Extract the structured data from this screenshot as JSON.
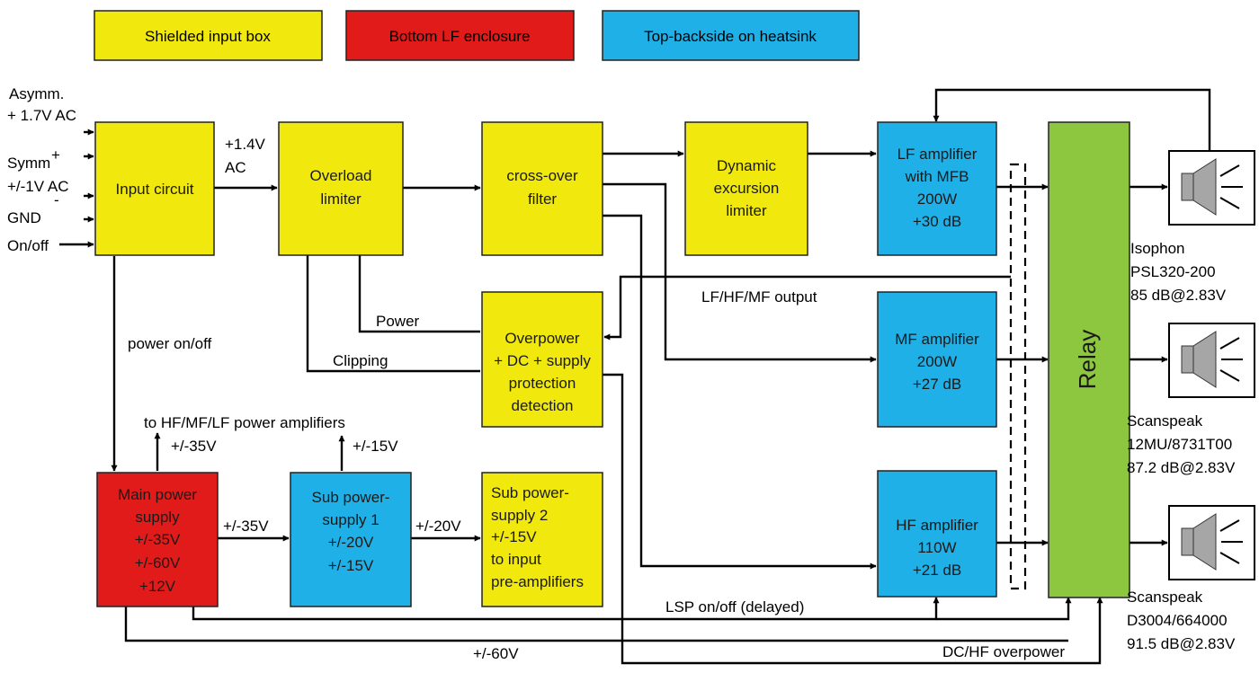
{
  "legend": {
    "shielded": "Shielded input box",
    "bottom": "Bottom LF enclosure",
    "top": "Top-backside on heatsink"
  },
  "colors": {
    "yellow": "#f1e90e",
    "red": "#e11a1a",
    "blue": "#1eb0e6",
    "green": "#8dc63f",
    "speaker_grey": "#a6a6a6"
  },
  "inputs": {
    "asymm": [
      "Asymm.",
      "+ 1.7V AC"
    ],
    "symm": [
      "Symm",
      "+/-1V AC"
    ],
    "plus": "+",
    "minus": "-",
    "gnd": "GND",
    "onoff": "On/off"
  },
  "blocks": {
    "input": [
      "Input circuit"
    ],
    "overload": [
      "Overload",
      "limiter"
    ],
    "crossover": [
      "cross-over",
      "filter"
    ],
    "dynamic": [
      "Dynamic",
      "excursion",
      "limiter"
    ],
    "lf_amp": [
      "LF amplifier",
      "with MFB",
      "200W",
      "+30 dB"
    ],
    "mf_amp": [
      "MF amplifier",
      "200W",
      "+27 dB"
    ],
    "hf_amp": [
      "HF amplifier",
      "110W",
      "+21 dB"
    ],
    "overpower": [
      "Overpower",
      "+ DC + supply",
      "protection",
      "detection"
    ],
    "main_psu": [
      "Main power",
      "supply",
      "+/-35V",
      "+/-60V",
      "+12V"
    ],
    "sub_psu1": [
      "Sub power-",
      "supply 1",
      "+/-20V",
      "+/-15V"
    ],
    "sub_psu2": [
      "Sub power-",
      "supply 2",
      "+/-15V",
      "to input",
      "pre-amplifiers"
    ],
    "relay": "Relay"
  },
  "labels": {
    "v14": [
      "+1.4V",
      "AC"
    ],
    "power_onoff": "power on/off",
    "to_amps": "to HF/MF/LF power amplifiers",
    "v35_up": "+/-35V",
    "v15_up": "+/-15V",
    "v35_right": "+/-35V",
    "v20": "+/-20V",
    "power": "Power",
    "clipping": "Clipping",
    "output": "LF/HF/MF output",
    "lsp": "LSP on/off (delayed)",
    "v60": "+/-60V",
    "dc_hf": "DC/HF overpower"
  },
  "speakers": {
    "lf": [
      "Isophon",
      "PSL320-200",
      "85 dB@2.83V"
    ],
    "mf": [
      "Scanspeak",
      "12MU/8731T00",
      "87.2 dB@2.83V"
    ],
    "hf": [
      "Scanspeak",
      "D3004/664000",
      "91.5 dB@2.83V"
    ]
  }
}
